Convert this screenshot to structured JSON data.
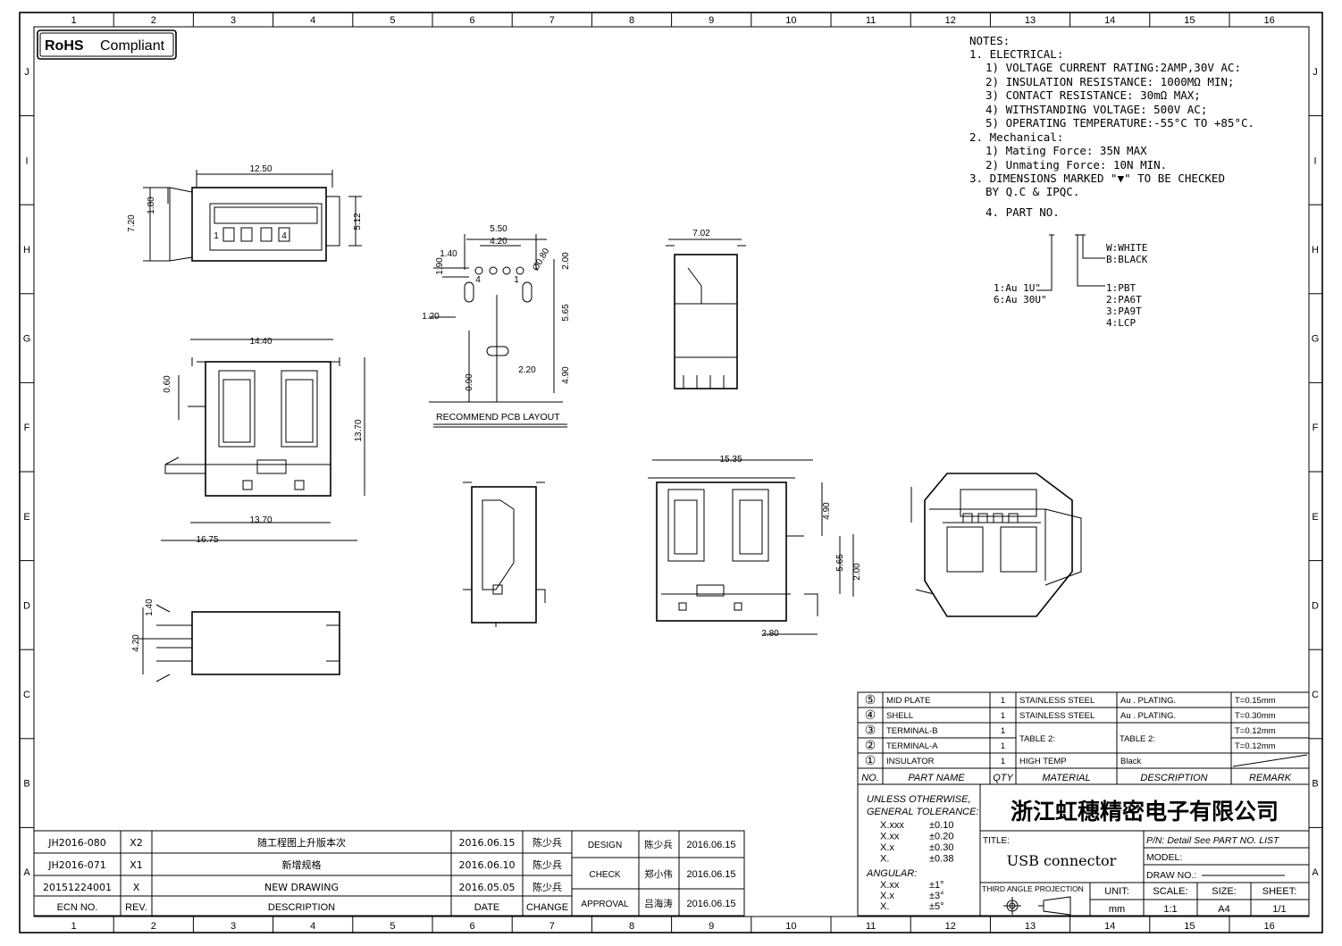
{
  "badge": "RoHS Compliant",
  "badge_parts": [
    "RoHS",
    "Compliant"
  ],
  "columns": [
    "1",
    "2",
    "3",
    "4",
    "5",
    "6",
    "7",
    "8",
    "9",
    "10",
    "11",
    "12",
    "13",
    "14",
    "15",
    "16"
  ],
  "rows": [
    "J",
    "I",
    "H",
    "G",
    "F",
    "E",
    "D",
    "C",
    "B",
    "A"
  ],
  "notes": {
    "lines": [
      "NOTES:",
      "1. ELECTRICAL:",
      "1) VOLTAGE CURRENT RATING:2AMP,30V AC:",
      "2) INSULATION RESISTANCE: 1000MΩ MIN;",
      "3) CONTACT RESISTANCE: 30mΩ MAX;",
      "4) WITHSTANDING VOLTAGE: 500V AC;",
      "5) OPERATING TEMPERATURE:-55°C TO +85°C.",
      "2. Mechanical:",
      "1) Mating Force: 35N  MAX",
      "2) Unmating Force: 10N  MIN.",
      "3. DIMENSIONS MARKED \"▼\" TO BE CHECKED",
      "BY Q.C & IPQC.",
      "4. PART NO."
    ],
    "part_no": {
      "color": [
        "W:WHITE",
        "B:BLACK"
      ],
      "plating": [
        "1:Au 1U\"",
        "6:Au 30U\""
      ],
      "material": [
        "1:PBT",
        "2:PA6T",
        "3:PA9T",
        "4:LCP"
      ]
    }
  },
  "views": {
    "front_top": [
      "12.50",
      "1.80",
      "7.20",
      "5.12",
      "1",
      "4"
    ],
    "pcb": [
      "5.50",
      "4.20",
      "1.40",
      "Ø0.80",
      "1.90",
      "2.00",
      "1.20",
      "5.65",
      "0.90",
      "2.20",
      "4.90",
      "4",
      "1"
    ],
    "pcb_label": "RECOMMEND PCB LAYOUT",
    "side_top": [
      "7.02"
    ],
    "front_main": [
      "14.40",
      "0.60",
      "13.70",
      "13.70",
      "16.75"
    ],
    "bottom": [
      "1.40",
      "4.20"
    ],
    "rear": [
      "15.35",
      "4.90",
      "5.65",
      "2.00",
      "2.80"
    ]
  },
  "parts_table": {
    "rows": [
      {
        "no": "⑤",
        "name": "MID PLATE",
        "qty": "1",
        "material": "STAINLESS STEEL",
        "description": "Au . PLATING.",
        "remark": "T=0.15mm"
      },
      {
        "no": "④",
        "name": "SHELL",
        "qty": "1",
        "material": "STAINLESS STEEL",
        "description": "Au . PLATING.",
        "remark": "T=0.30mm"
      },
      {
        "no": "③",
        "name": "TERMINAL-B",
        "qty": "1",
        "material": "",
        "description": "",
        "remark": "T=0.12mm"
      },
      {
        "no": "②",
        "name": "TERMINAL-A",
        "qty": "1",
        "material": "",
        "description": "",
        "remark": "T=0.12mm"
      },
      {
        "no": "①",
        "name": "INSULATOR",
        "qty": "1",
        "material": "HIGH TEMP",
        "description": "Black",
        "remark": ""
      }
    ],
    "merged_material": "TABLE 2:",
    "merged_description": "TABLE 2:",
    "headers": [
      "NO.",
      "PART NAME",
      "QTY",
      "MATERIAL",
      "DESCRIPTION",
      "REMARK"
    ]
  },
  "tolerance": {
    "title": [
      "UNLESS OTHERWISE,",
      "GENERAL TOLERANCE:"
    ],
    "linear": [
      [
        "X.xxx",
        "±0.10"
      ],
      [
        "X.xx",
        "±0.20"
      ],
      [
        "X.x",
        "±0.30"
      ],
      [
        "X.",
        "±0.38"
      ]
    ],
    "angular_label": "ANGULAR:",
    "angular": [
      [
        "X.xx",
        "±1°"
      ],
      [
        "X.x",
        "±3°"
      ],
      [
        "X.",
        "±5°"
      ]
    ]
  },
  "title_block": {
    "company": "浙江虹穗精密电子有限公司",
    "title_label": "TITLE:",
    "title": "USB connector",
    "pn": "P/N: Detail See PART NO. LIST",
    "model": "MODEL:",
    "draw_no": "DRAW NO.:",
    "projection": "THIRD ANGLE PROJECTION",
    "unit_label": "UNIT:",
    "unit": "mm",
    "scale_label": "SCALE:",
    "scale": "1:1",
    "size_label": "SIZE:",
    "size": "A4",
    "sheet_label": "SHEET:",
    "sheet": "1/1"
  },
  "revisions": {
    "rows": [
      {
        "ecn": "JH2016-080",
        "rev": "X2",
        "desc": "随工程图上升版本次",
        "date": "2016.06.15",
        "change": "陈少兵"
      },
      {
        "ecn": "JH2016-071",
        "rev": "X1",
        "desc": "新增规格",
        "date": "2016.06.10",
        "change": "陈少兵"
      },
      {
        "ecn": "20151224001",
        "rev": "X",
        "desc": "NEW DRAWING",
        "date": "2016.05.05",
        "change": "陈少兵"
      }
    ],
    "headers": [
      "ECN NO.",
      "REV.",
      "DESCRIPTION",
      "DATE",
      "CHANGE"
    ]
  },
  "approvals": [
    {
      "role": "DESIGN",
      "name": "陈少兵",
      "date": "2016.06.15"
    },
    {
      "role": "CHECK",
      "name": "郑小伟",
      "date": "2016.06.15"
    },
    {
      "role": "APPROVAL",
      "name": "吕海涛",
      "date": "2016.06.15"
    }
  ]
}
